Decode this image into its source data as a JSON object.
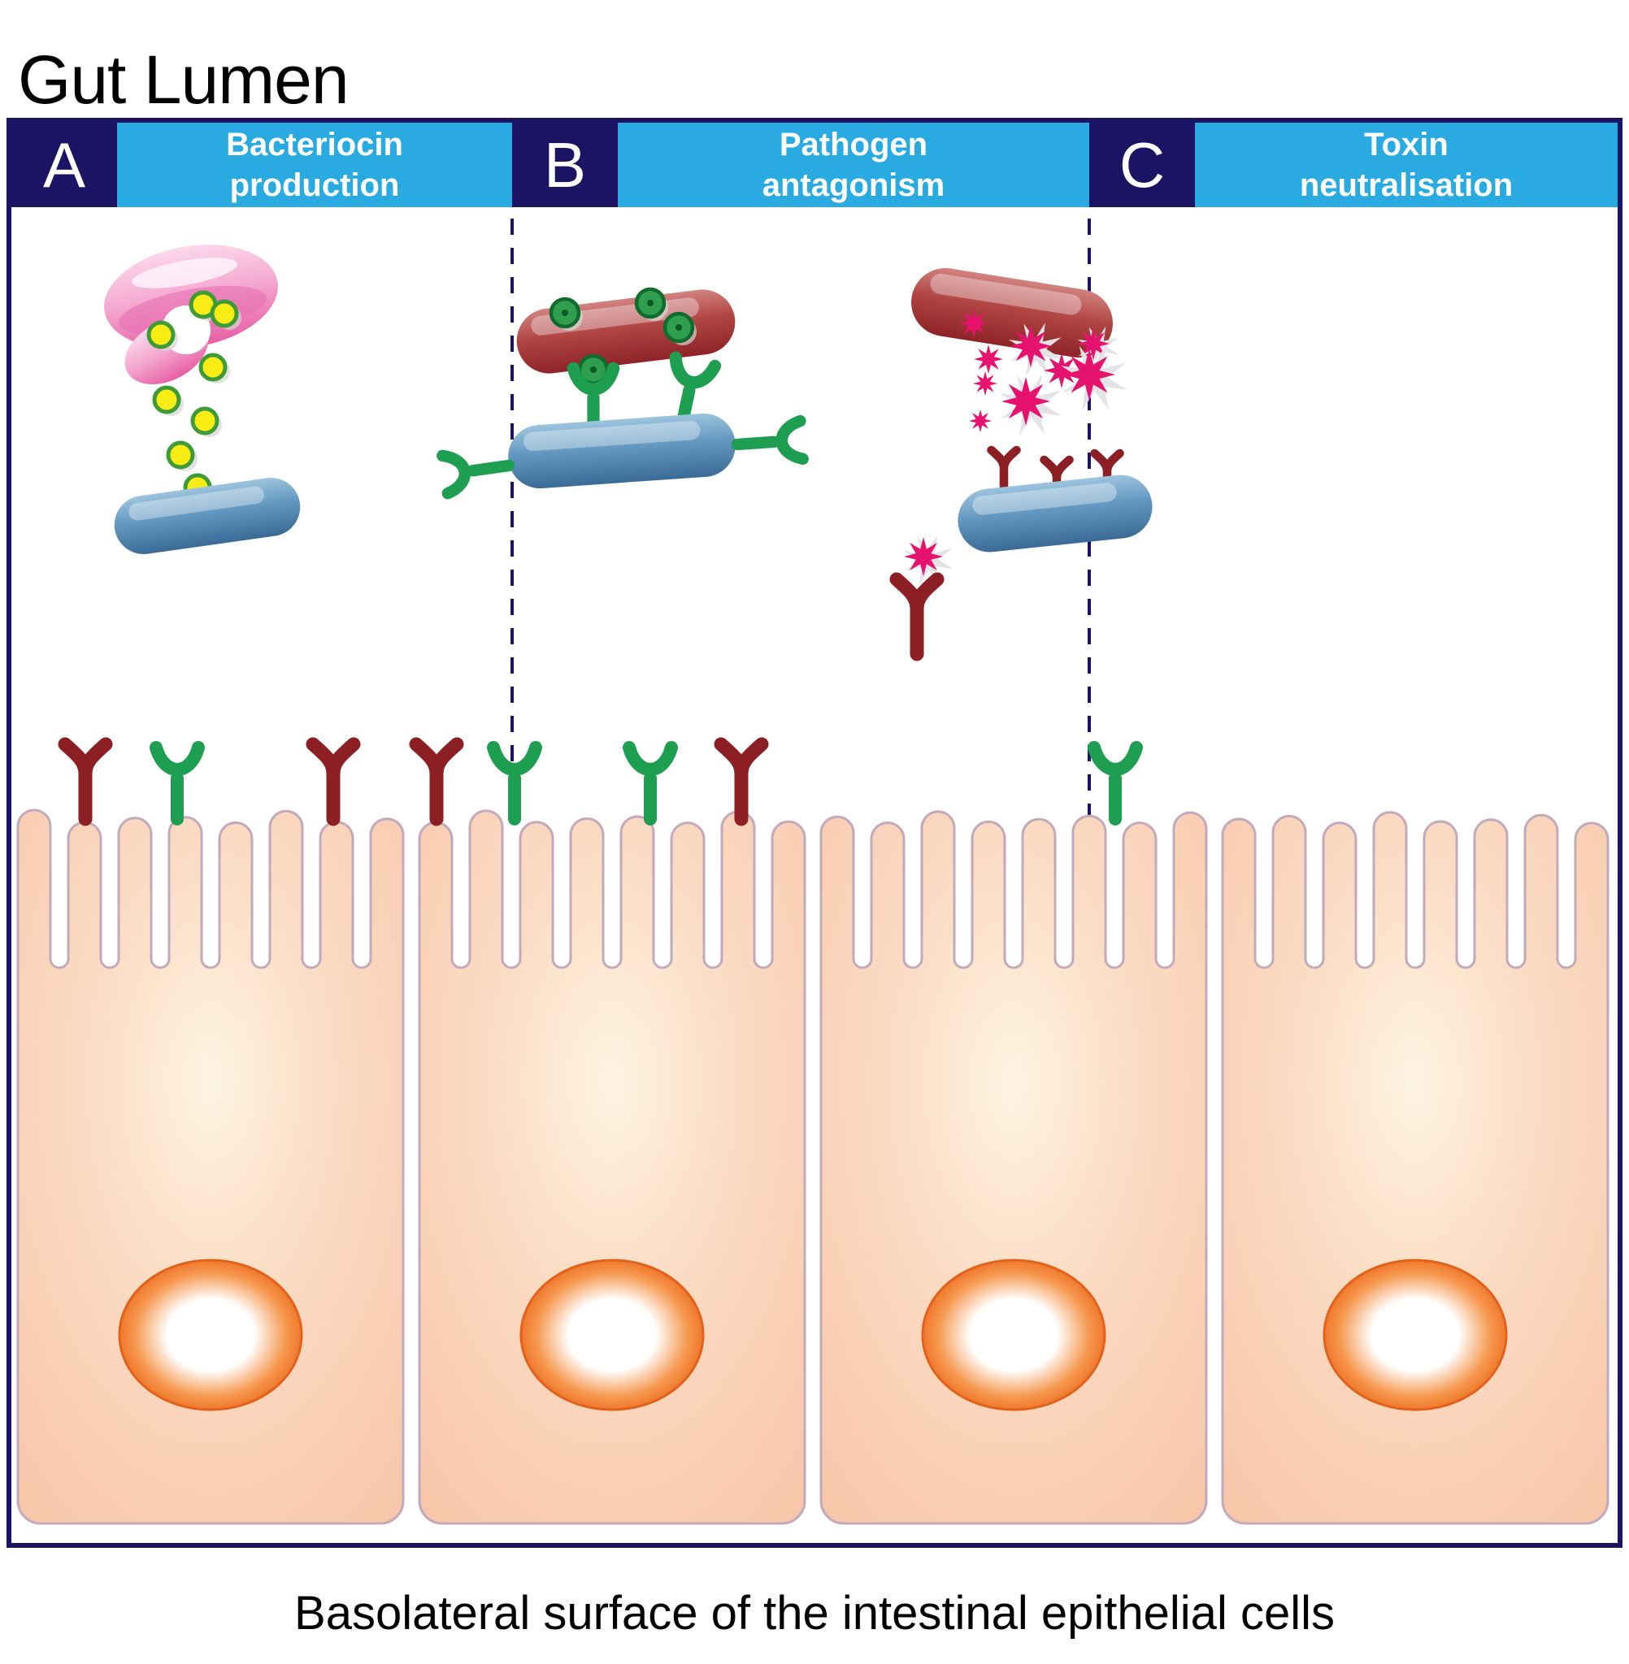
{
  "title": "Gut Lumen",
  "caption": "Basolateral surface of the intestinal epithelial cells",
  "panels": [
    {
      "letter": "A",
      "label": "Bacteriocin production"
    },
    {
      "letter": "B",
      "label": "Pathogen antagonism"
    },
    {
      "letter": "C",
      "label": "Toxin neutralisation"
    }
  ],
  "colors": {
    "navy": "#1b1464",
    "header_blue": "#29abe2",
    "commensal_blue": "#5d93bd",
    "pathogen_red": "#a93439",
    "producer_pink": "#ef87bf",
    "bacteriocin_yellow": "#f7ec13",
    "bacteriocin_outline_green": "#3f9b35",
    "ligand_green": "#2f9e4e",
    "receptor_dark_red": "#8b1f24",
    "receptor_green": "#1e9e50",
    "toxin_magenta": "#e5126e",
    "cell_peach": "#f9cdb4",
    "cell_outline": "#c2a9bc",
    "nucleus_orange": "#ee7124"
  }
}
